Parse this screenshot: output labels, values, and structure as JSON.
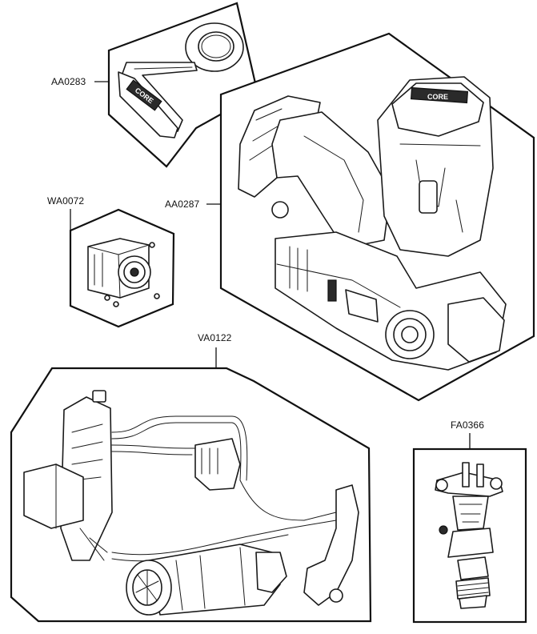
{
  "callouts": {
    "aa0283": "AA0283",
    "wa0072": "WA0072",
    "aa0287": "AA0287",
    "va0122": "VA0122",
    "fa0366": "FA0366"
  },
  "logo_text": "CORE",
  "colors": {
    "line": "#111111",
    "background": "#ffffff"
  }
}
